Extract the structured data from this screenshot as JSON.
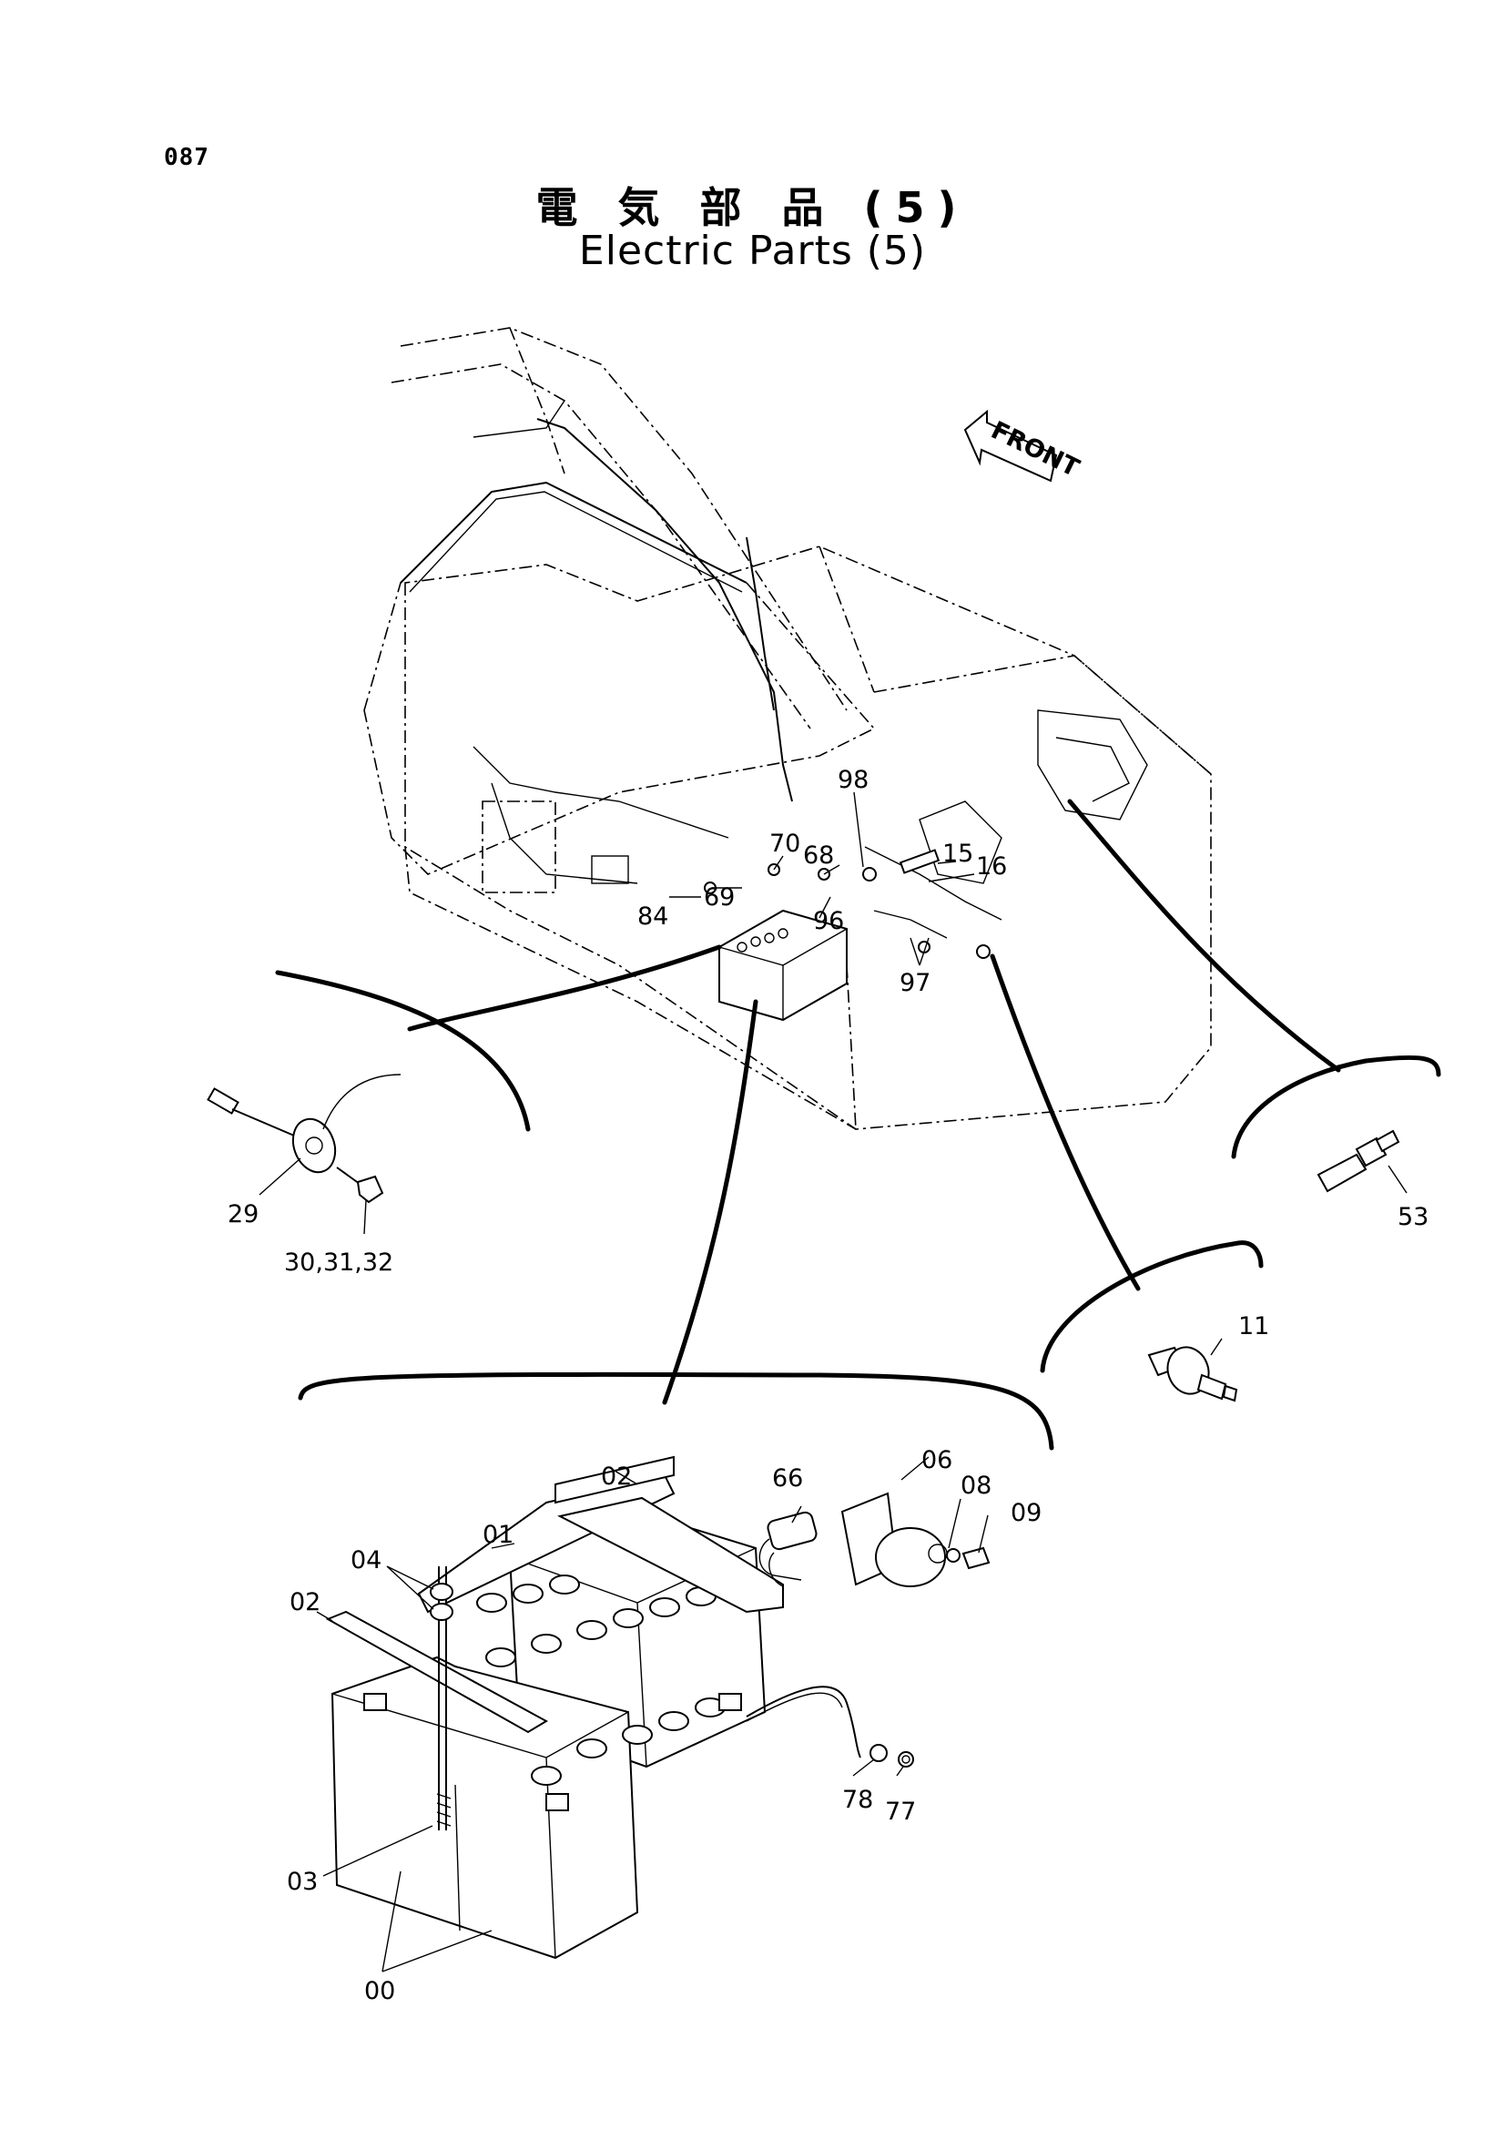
{
  "page_number": "087",
  "title_ja": "電 気 部 品 (5)",
  "title_en": "Electric Parts (5)",
  "front_label": "FRONT",
  "callouts": {
    "c98": "98",
    "c70": "70",
    "c68": "68",
    "c15": "15",
    "c16": "16",
    "c69": "69",
    "c84": "84",
    "c96": "96",
    "c97": "97",
    "c29": "29",
    "c30": "30,31,32",
    "c53": "53",
    "c11": "11",
    "c02a": "02",
    "c66": "66",
    "c06": "06",
    "c08": "08",
    "c09": "09",
    "c01": "01",
    "c04": "04",
    "c02b": "02",
    "c78": "78",
    "c77": "77",
    "c03": "03",
    "c00": "00"
  }
}
